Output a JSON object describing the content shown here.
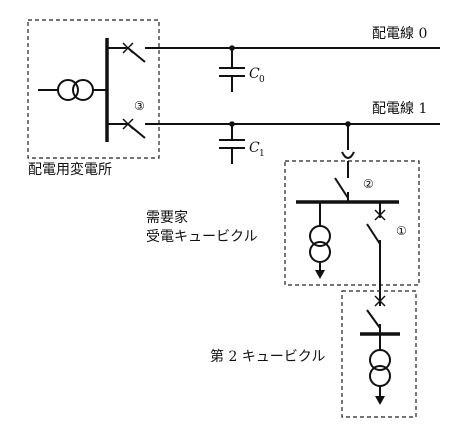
{
  "labels": {
    "feeder0": "配電線 0",
    "feeder1": "配電線 1",
    "substation": "配電用変電所",
    "customer_line1": "需要家",
    "customer_line2": "受電キュービクル",
    "second_cubicle": "第 2 キュービクル"
  },
  "capacitors": {
    "c0": {
      "letter": "C",
      "sub": "0"
    },
    "c1": {
      "letter": "C",
      "sub": "1"
    }
  },
  "markers": {
    "m1": "①",
    "m2": "②",
    "m3": "③"
  }
}
